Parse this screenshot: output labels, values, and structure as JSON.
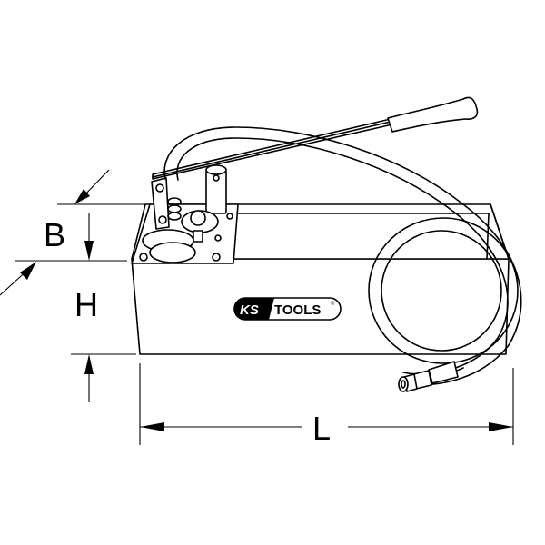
{
  "drawing": {
    "subject": "hand test pump with lever, tank and hose",
    "brand_logo": {
      "left_text": "KS",
      "right_text": "TOOLS",
      "registered_mark": "®"
    },
    "dimensions": {
      "B": "B",
      "H": "H",
      "L": "L"
    },
    "colors": {
      "line": "#000000",
      "background": "#ffffff"
    }
  }
}
